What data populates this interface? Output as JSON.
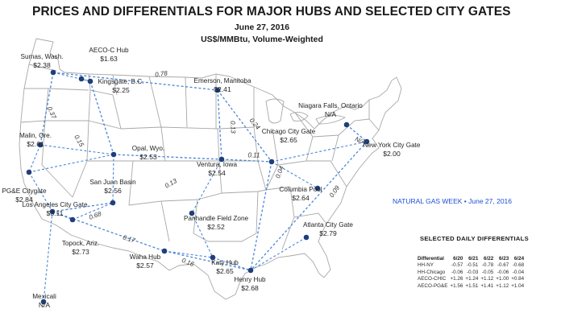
{
  "header": {
    "title": "PRICES AND DIFFERENTIALS FOR MAJOR HUBS AND SELECTED CITY GATES",
    "date": "June 27, 2016",
    "units": "US$/MMBtu, Volume-Weighted"
  },
  "colors": {
    "hub_dot": "#1f3f7a",
    "link": "#4a86d8",
    "border": "#a8a8a8",
    "source_text": "#1d4fd6"
  },
  "hubs": [
    {
      "id": "sumas",
      "name": "Sumas, Wash.",
      "price": "$2.38"
    },
    {
      "id": "aeco",
      "name": "AECO-C Hub",
      "price": "$1.63"
    },
    {
      "id": "kingsgate",
      "name": "Kingsgate, B.C.",
      "price": "$2.25"
    },
    {
      "id": "emerson",
      "name": "Emerson, Manitoba",
      "price": "$2.41"
    },
    {
      "id": "niagara",
      "name": "Niagara Falls, Ontario",
      "price": "N/A"
    },
    {
      "id": "malin",
      "name": "Malin, Ore.",
      "price": "$2.61"
    },
    {
      "id": "opal",
      "name": "Opal, Wyo.",
      "price": "$2.53"
    },
    {
      "id": "chicago",
      "name": "Chicago City Gate",
      "price": "$2.65"
    },
    {
      "id": "nyc",
      "name": "New York City Gate",
      "price": "$2.00"
    },
    {
      "id": "ventura",
      "name": "Ventura, Iowa",
      "price": "$2.54"
    },
    {
      "id": "pge",
      "name": "PG&E Citygate",
      "price": "$2.84"
    },
    {
      "id": "sanjuan",
      "name": "San Juan Basin",
      "price": "$2.56"
    },
    {
      "id": "columbia",
      "name": "Columbia Pool",
      "price": "$2.64"
    },
    {
      "id": "la",
      "name": "Los Angeles City Gate",
      "price": "$3.11"
    },
    {
      "id": "panhandle",
      "name": "Panhandle Field Zone",
      "price": "$2.52"
    },
    {
      "id": "atlanta",
      "name": "Atlanta City Gate",
      "price": "$2.79"
    },
    {
      "id": "topock",
      "name": "Topock, Ariz.",
      "price": "$2.73"
    },
    {
      "id": "waha",
      "name": "Waha Hub",
      "price": "$2.57"
    },
    {
      "id": "katy",
      "name": "Katy Hub",
      "price": "$2.65"
    },
    {
      "id": "henry",
      "name": "Henry Hub",
      "price": "$2.68"
    },
    {
      "id": "mexicali",
      "name": "Mexicali",
      "price": "N/A"
    }
  ],
  "differentials": [
    {
      "from": "sumas",
      "to": "emerson",
      "label": "0.78"
    },
    {
      "from": "emerson",
      "to": "ventura",
      "label": "0.13"
    },
    {
      "from": "emerson",
      "to": "chicago",
      "label": "0.24"
    },
    {
      "from": "ventura",
      "to": "chicago",
      "label": "0.11"
    },
    {
      "from": "sumas",
      "to": "malin",
      "label": "0.37"
    },
    {
      "from": "kingsgate",
      "to": "opal",
      "label": "0.15"
    },
    {
      "from": "opal",
      "to": "ventura",
      "label": "0.13"
    },
    {
      "from": "chicago",
      "to": "henry",
      "label": "0.04"
    },
    {
      "from": "niagara",
      "to": "nyc",
      "label": "N/A"
    },
    {
      "from": "nyc",
      "to": "henry",
      "label": "0.68"
    },
    {
      "from": "la",
      "to": "sanjuan",
      "label": "0.17"
    },
    {
      "from": "la",
      "to": "waha",
      "label": "0.16"
    },
    {
      "from": "waha",
      "to": "henry",
      "label": "0.09"
    }
  ],
  "source": "NATURAL GAS WEEK • June 27, 2016",
  "daily_table": {
    "title": "SELECTED DAILY DIFFERENTIALS",
    "columns": [
      "Differential",
      "6/20",
      "6/21",
      "6/22",
      "6/23",
      "6/24"
    ],
    "rows": [
      {
        "name": "HH-NY",
        "values": [
          "-0.57",
          "-0.51",
          "-0.78",
          "-0.67",
          "-0.68"
        ]
      },
      {
        "name": "HH-Chicago",
        "values": [
          "-0.06",
          "-0.03",
          "-0.05",
          "-0.06",
          "-0.04"
        ]
      },
      {
        "name": "AECO-CHIC",
        "values": [
          "+1.26",
          "+1.24",
          "+1.12",
          "+1.00",
          "+0.84"
        ]
      },
      {
        "name": "AECO-PG&E",
        "values": [
          "+1.56",
          "+1.51",
          "+1.41",
          "+1.12",
          "+1.04"
        ]
      }
    ]
  }
}
